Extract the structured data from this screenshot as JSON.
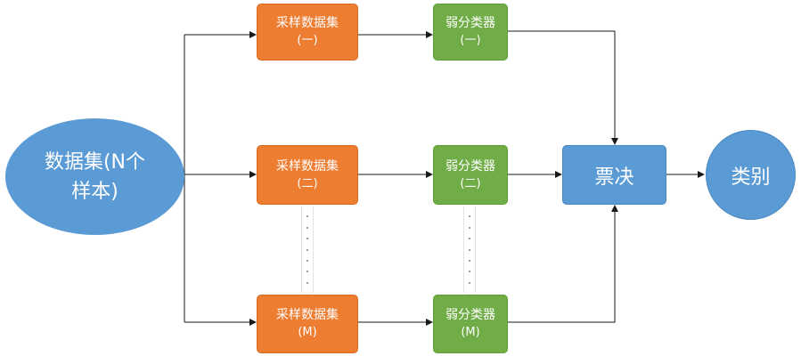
{
  "dataset": {
    "line1": "数据集(N个",
    "line2": "样本)"
  },
  "samples": [
    {
      "line1": "采样数据集",
      "line2": "(一)"
    },
    {
      "line1": "采样数据集",
      "line2": "(二)"
    },
    {
      "line1": "采样数据集",
      "line2": "(M)"
    }
  ],
  "classifiers": [
    {
      "line1": "弱分类器",
      "line2": "(一)"
    },
    {
      "line1": "弱分类器",
      "line2": "(二)"
    },
    {
      "line1": "弱分类器",
      "line2": "(M)"
    }
  ],
  "vote": {
    "label": "票决"
  },
  "category": {
    "label": "类别"
  },
  "colors": {
    "dataset": "#5b9bd5",
    "sample": "#ed7d31",
    "classifier": "#70ad47",
    "vote": "#5b9bd5",
    "category": "#5b9bd5",
    "arrow": "#1a1a1a"
  }
}
